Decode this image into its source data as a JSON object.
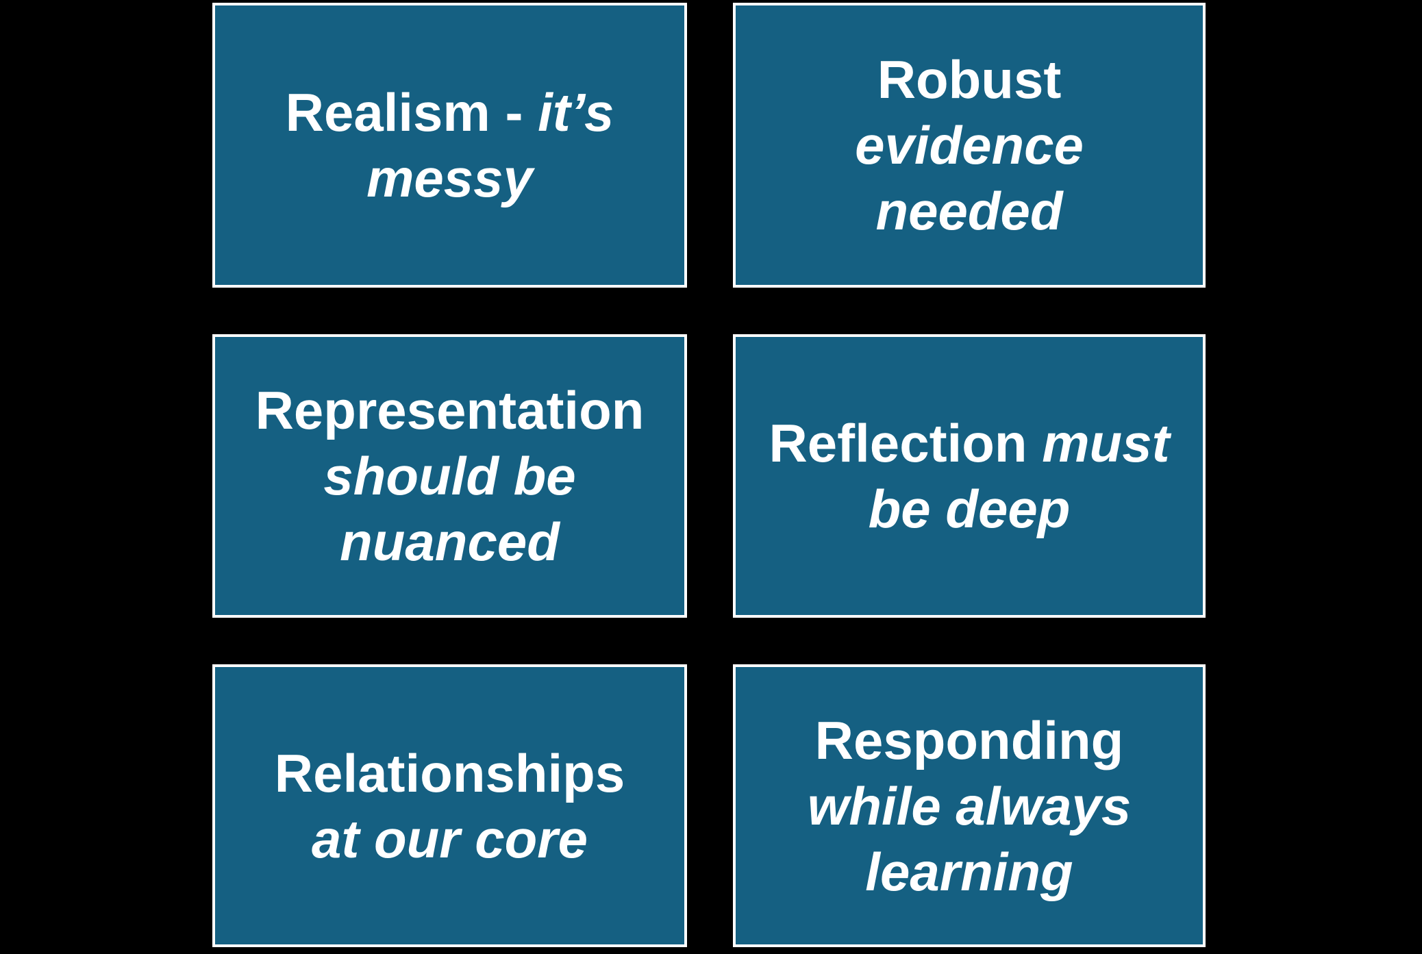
{
  "canvas": {
    "background": "#000000",
    "card_fill": "#156082",
    "card_border": "#FFFFFF",
    "text_color": "#FFFFFF"
  },
  "cards": [
    {
      "name": "realism",
      "full_text": "Realism - it’s messy",
      "lines": [
        [
          {
            "t": "Realism - ",
            "i": false
          },
          {
            "t": "it’s",
            "i": true
          }
        ],
        [
          {
            "t": "messy",
            "i": true
          }
        ]
      ]
    },
    {
      "name": "robust-evidence",
      "full_text": "Robust evidence needed",
      "lines": [
        [
          {
            "t": "Robust",
            "i": false
          }
        ],
        [
          {
            "t": "evidence",
            "i": true
          }
        ],
        [
          {
            "t": "needed",
            "i": true
          }
        ]
      ]
    },
    {
      "name": "representation",
      "full_text": "Representation should be nuanced",
      "lines": [
        [
          {
            "t": "Representation",
            "i": false
          }
        ],
        [
          {
            "t": "should be",
            "i": true
          }
        ],
        [
          {
            "t": "nuanced",
            "i": true
          }
        ]
      ]
    },
    {
      "name": "reflection",
      "full_text": "Reflection must be deep",
      "lines": [
        [
          {
            "t": "Reflection ",
            "i": false
          },
          {
            "t": "must",
            "i": true
          }
        ],
        [
          {
            "t": "be deep",
            "i": true
          }
        ]
      ]
    },
    {
      "name": "relationships",
      "full_text": "Relationships at our core",
      "lines": [
        [
          {
            "t": "Relationships",
            "i": false
          }
        ],
        [
          {
            "t": "at our core",
            "i": true
          }
        ]
      ]
    },
    {
      "name": "responding",
      "full_text": "Responding while always learning",
      "lines": [
        [
          {
            "t": "Responding",
            "i": false
          }
        ],
        [
          {
            "t": "while always",
            "i": true
          }
        ],
        [
          {
            "t": "learning",
            "i": true
          }
        ]
      ]
    }
  ]
}
